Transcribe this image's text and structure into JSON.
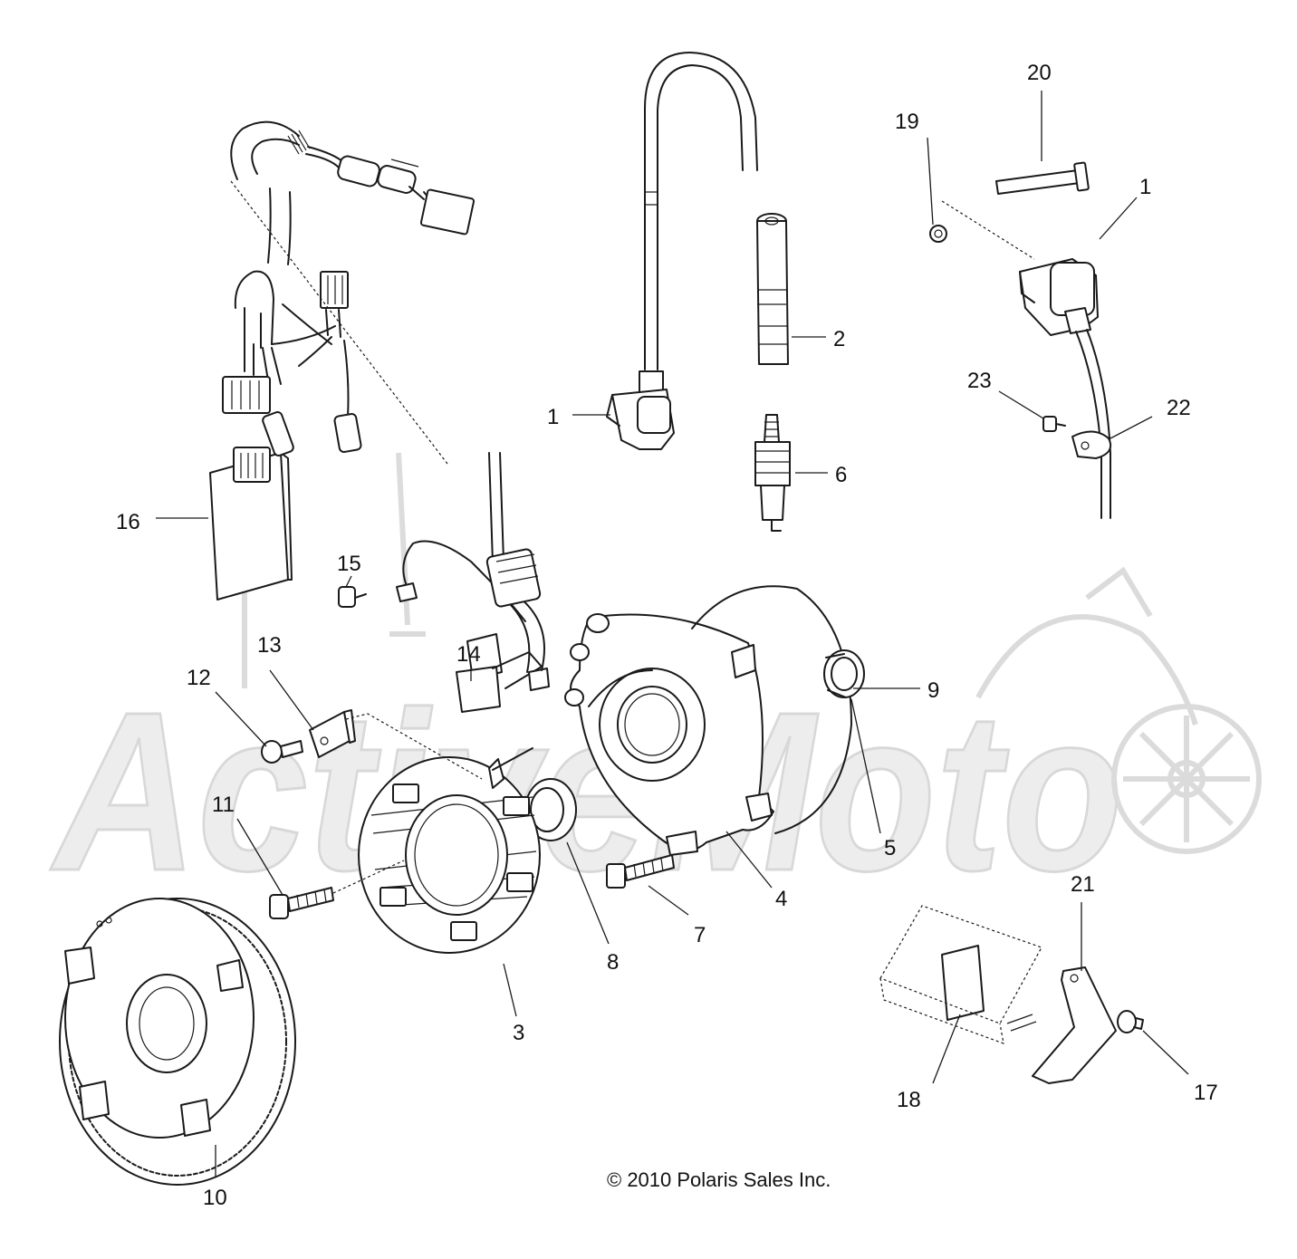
{
  "watermark": {
    "text": "ActiveMoto",
    "color": "#d8d8d8"
  },
  "callouts": [
    {
      "id": "c1a",
      "label": "1"
    },
    {
      "id": "c1b",
      "label": "1"
    },
    {
      "id": "c2",
      "label": "2"
    },
    {
      "id": "c3",
      "label": "3"
    },
    {
      "id": "c4",
      "label": "4"
    },
    {
      "id": "c5",
      "label": "5"
    },
    {
      "id": "c6",
      "label": "6"
    },
    {
      "id": "c7",
      "label": "7"
    },
    {
      "id": "c8",
      "label": "8"
    },
    {
      "id": "c9",
      "label": "9"
    },
    {
      "id": "c10",
      "label": "10"
    },
    {
      "id": "c11",
      "label": "11"
    },
    {
      "id": "c12",
      "label": "12"
    },
    {
      "id": "c13",
      "label": "13"
    },
    {
      "id": "c14",
      "label": "14"
    },
    {
      "id": "c15",
      "label": "15"
    },
    {
      "id": "c16",
      "label": "16"
    },
    {
      "id": "c17",
      "label": "17"
    },
    {
      "id": "c18",
      "label": "18"
    },
    {
      "id": "c19",
      "label": "19"
    },
    {
      "id": "c20",
      "label": "20"
    },
    {
      "id": "c21",
      "label": "21"
    },
    {
      "id": "c22",
      "label": "22"
    },
    {
      "id": "c23",
      "label": "23"
    }
  ],
  "copyright": "© 2010 Polaris Sales Inc."
}
